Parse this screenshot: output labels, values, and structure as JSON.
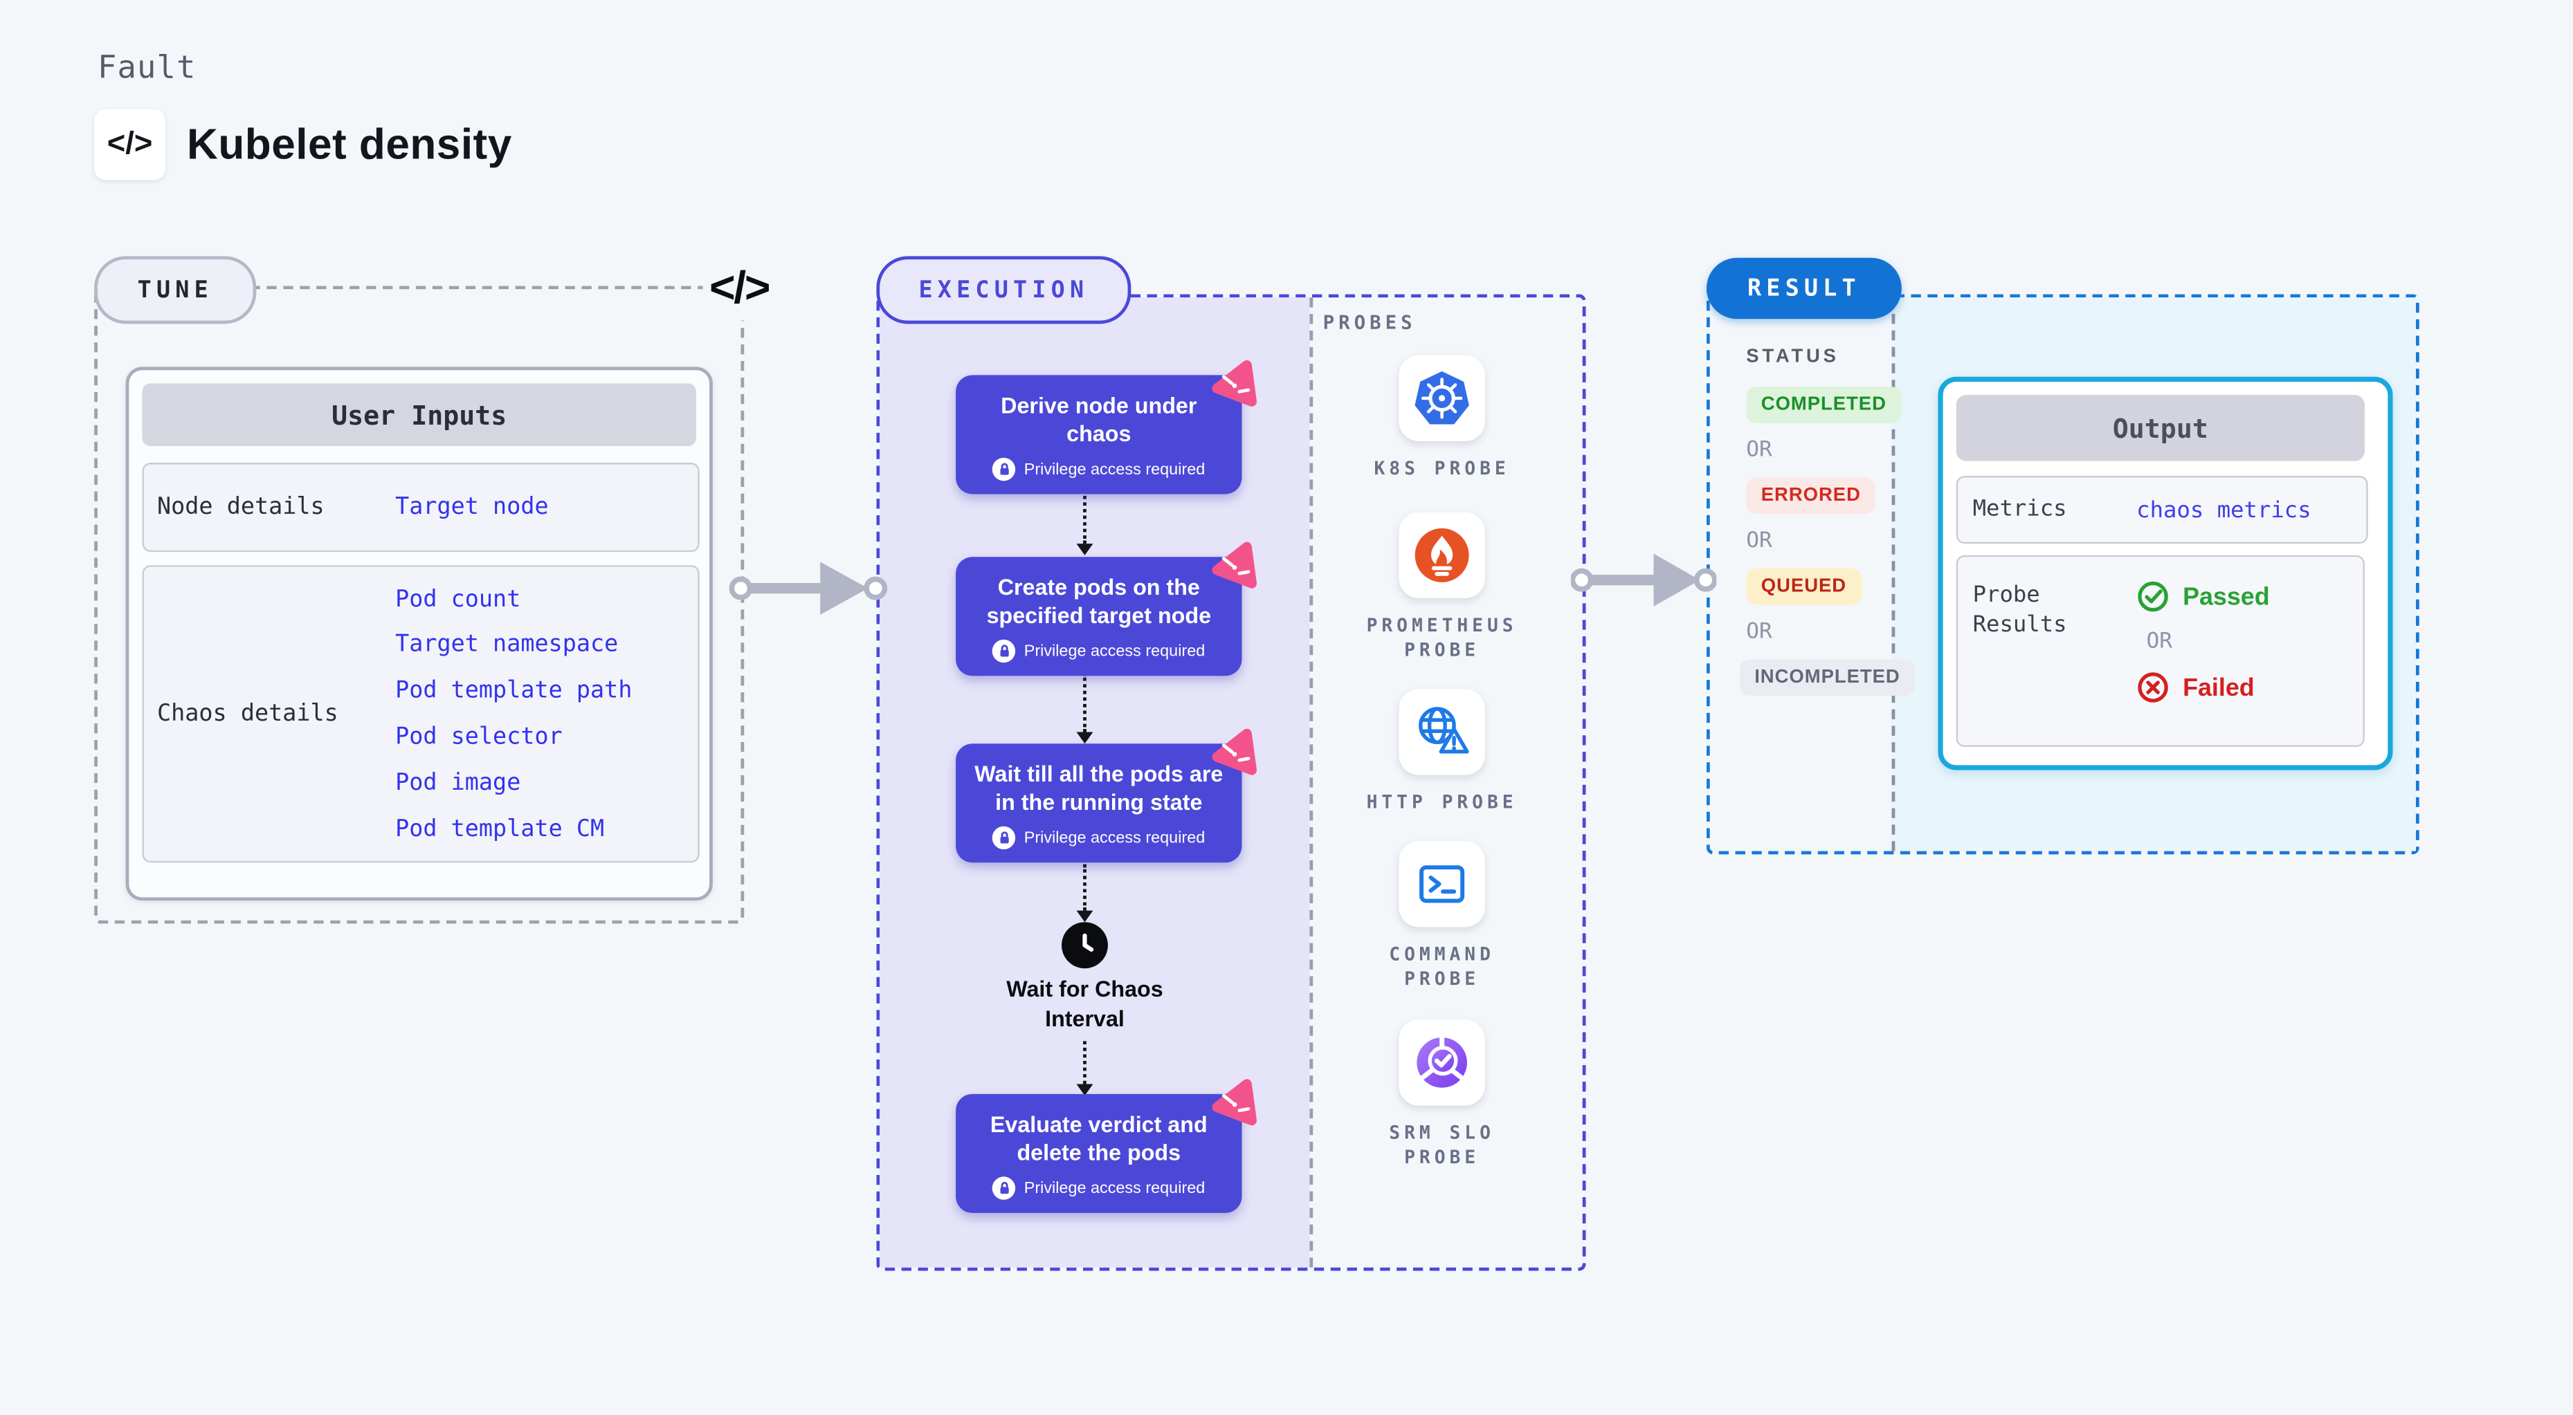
{
  "header": {
    "eyebrow": "Fault",
    "title": "Kubelet density",
    "code_icon": "</>"
  },
  "tune": {
    "pill": "TUNE",
    "corner_icon": "</>",
    "table": {
      "header": "User Inputs",
      "rows": [
        {
          "label": "Node details",
          "links": [
            "Target node"
          ]
        },
        {
          "label": "Chaos details",
          "links": [
            "Pod count",
            "Target namespace",
            "Pod template path",
            "Pod selector",
            "Pod image",
            "Pod template CM"
          ]
        }
      ]
    }
  },
  "execution": {
    "pill": "EXECUTION",
    "steps": [
      {
        "title": "Derive node under chaos",
        "note": "Privilege access required"
      },
      {
        "title": "Create pods on the specified target node",
        "note": "Privilege access required"
      },
      {
        "title": "Wait till all the pods are in the running state",
        "note": "Privilege access required"
      },
      {
        "title": "Evaluate verdict and delete the pods",
        "note": "Privilege access required"
      }
    ],
    "wait_label": "Wait for Chaos Interval"
  },
  "probes": {
    "label": "PROBES",
    "items": [
      {
        "name": "K8S PROBE",
        "icon": "kubernetes-icon"
      },
      {
        "name": "PROMETHEUS\nPROBE",
        "icon": "prometheus-icon"
      },
      {
        "name": "HTTP PROBE",
        "icon": "globe-warning-icon"
      },
      {
        "name": "COMMAND\nPROBE",
        "icon": "terminal-icon"
      },
      {
        "name": "SRM SLO\nPROBE",
        "icon": "slo-pie-check-icon"
      }
    ]
  },
  "result": {
    "pill": "RESULT",
    "status_label": "STATUS",
    "or": "OR",
    "statuses": [
      {
        "text": "COMPLETED",
        "fg": "#1a8f28",
        "bg": "#ddf3dc"
      },
      {
        "text": "ERRORED",
        "fg": "#d32b20",
        "bg": "#fbe9e7"
      },
      {
        "text": "QUEUED",
        "fg": "#bf2418",
        "bg": "#fbf0c9"
      },
      {
        "text": "INCOMPLETED",
        "fg": "#62687a",
        "bg": "#ebecf1"
      }
    ],
    "output": {
      "header": "Output",
      "metrics_label": "Metrics",
      "metrics_link": "chaos metrics",
      "probe_results_label": "Probe Results",
      "passed": "Passed",
      "or": "OR",
      "failed": "Failed"
    }
  },
  "colors": {
    "page_bg": "#f4f7fa",
    "indigo": "#4b48d8",
    "execution_bg": "#e5e4f8",
    "link_blue": "#3232ee",
    "result_blue": "#1373d4",
    "output_border_cyan": "#18a8dd",
    "result_area_bg": "#e8f5fb",
    "passed_green": "#27a233",
    "failed_red": "#d42020",
    "arrow_gray": "#b2b5c6",
    "chaos_badge_pink": "#f3538b",
    "kubernetes_blue": "#326de6",
    "prometheus_orange": "#e75225",
    "probe_icon_blue": "#1e7ae6",
    "srm_purple": "#8b4bf0"
  }
}
